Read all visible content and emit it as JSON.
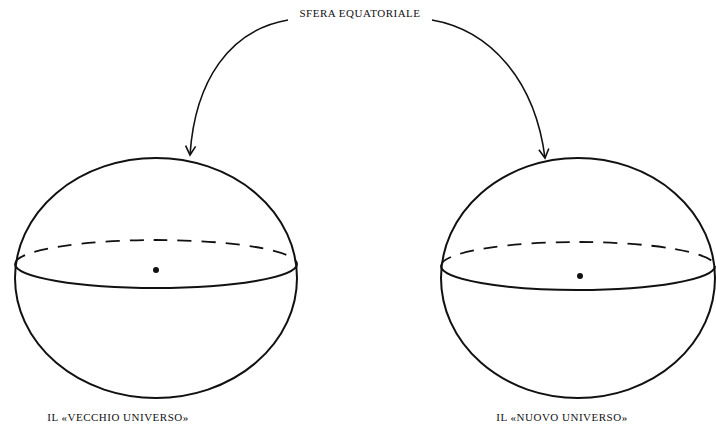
{
  "diagram": {
    "labels": [
      "SFERA EQUATORIALE",
      "IL «VECCHIO UNIVERSO»",
      "IL «NUOVO UNIVERSO»"
    ]
  }
}
